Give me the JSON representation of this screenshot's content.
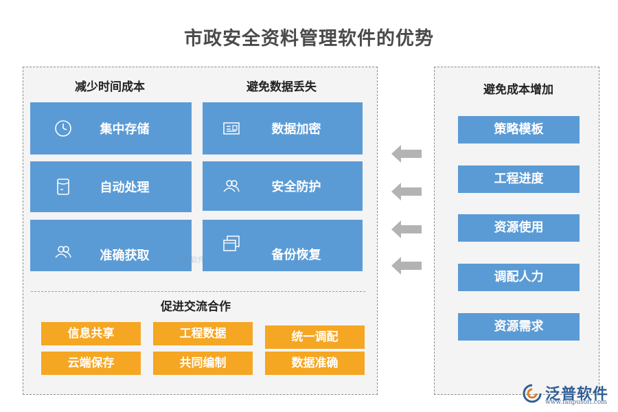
{
  "title": "市政安全资料管理软件的优势",
  "left": {
    "reduce_time_cost": {
      "heading": "减少时间成本",
      "cards": [
        {
          "label": "集中存储",
          "icon": "clock-icon"
        },
        {
          "label": "自动处理",
          "icon": "document-icon"
        },
        {
          "label": "准确获取",
          "icon": "users-icon"
        }
      ]
    },
    "avoid_data_loss": {
      "heading": "避免数据丢失",
      "cards": [
        {
          "label": "数据加密",
          "icon": "card-icon"
        },
        {
          "label": "安全防护",
          "icon": "users-icon"
        },
        {
          "label": "备份恢复",
          "icon": "windows-icon"
        }
      ]
    },
    "promote_communication": {
      "heading": "促进交流合作",
      "items": [
        "信息共享",
        "工程数据",
        "统一调配",
        "云端保存",
        "共同编制",
        "数据准确"
      ]
    }
  },
  "right": {
    "heading": "避免成本增加",
    "items": [
      "策略模板",
      "工程进度",
      "资源使用",
      "调配人力",
      "资源需求"
    ]
  },
  "watermark_text": "泛普软件",
  "logo": {
    "name": "泛普软件",
    "url": "www.fanpusoft.com"
  },
  "colors": {
    "blue": "#5b9bd5",
    "orange": "#f5a623",
    "arrow": "#b3b3b3"
  }
}
